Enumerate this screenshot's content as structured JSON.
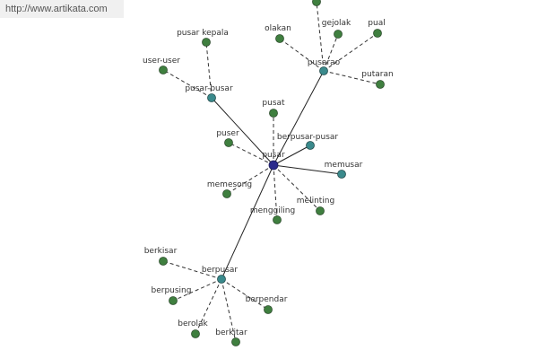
{
  "watermark": {
    "text": "http://www.artikata.com"
  },
  "colors": {
    "root": "#2a2a8c",
    "hub": "#3a8a8c",
    "leaf": "#3f7f3f",
    "edge": "#222222"
  },
  "graph": {
    "nodes": [
      {
        "id": "pusar",
        "label": "pusar",
        "kind": "root"
      },
      {
        "id": "pusar-busar",
        "label": "pusar-busar",
        "kind": "hub"
      },
      {
        "id": "pusarao",
        "label": "pusarao",
        "kind": "hub"
      },
      {
        "id": "berpusar-pusar",
        "label": "berpusar-pusar",
        "kind": "hub"
      },
      {
        "id": "memusar",
        "label": "memusar",
        "kind": "hub"
      },
      {
        "id": "berpusar",
        "label": "berpusar",
        "kind": "hub"
      },
      {
        "id": "pusar-kepala",
        "label": "pusar kepala",
        "kind": "leaf"
      },
      {
        "id": "user-user",
        "label": "user-user",
        "kind": "leaf"
      },
      {
        "id": "pusat",
        "label": "pusat",
        "kind": "leaf"
      },
      {
        "id": "puser",
        "label": "puser",
        "kind": "leaf"
      },
      {
        "id": "memesong",
        "label": "memesong",
        "kind": "leaf"
      },
      {
        "id": "menggiling",
        "label": "menggiling",
        "kind": "leaf"
      },
      {
        "id": "melinting",
        "label": "melinting",
        "kind": "leaf"
      },
      {
        "id": "olakan",
        "label": "olakan",
        "kind": "leaf"
      },
      {
        "id": "gejolak",
        "label": "gejolak",
        "kind": "leaf"
      },
      {
        "id": "pual",
        "label": "pual",
        "kind": "leaf"
      },
      {
        "id": "putaran",
        "label": "putaran",
        "kind": "leaf"
      },
      {
        "id": "top-offscreen",
        "label": "",
        "kind": "leaf"
      },
      {
        "id": "berkisar",
        "label": "berkisar",
        "kind": "leaf"
      },
      {
        "id": "berpusing",
        "label": "berpusing",
        "kind": "leaf"
      },
      {
        "id": "berolak",
        "label": "berolak",
        "kind": "leaf"
      },
      {
        "id": "berkitar",
        "label": "berkitar",
        "kind": "leaf"
      },
      {
        "id": "berpendar",
        "label": "berpendar",
        "kind": "leaf"
      }
    ],
    "edges": [
      {
        "from": "pusar",
        "to": "pusar-busar",
        "style": "solid"
      },
      {
        "from": "pusar",
        "to": "pusarao",
        "style": "solid"
      },
      {
        "from": "pusar",
        "to": "berpusar-pusar",
        "style": "solid"
      },
      {
        "from": "pusar",
        "to": "memusar",
        "style": "solid"
      },
      {
        "from": "pusar",
        "to": "berpusar",
        "style": "solid"
      },
      {
        "from": "pusar",
        "to": "pusat",
        "style": "dashed"
      },
      {
        "from": "pusar",
        "to": "puser",
        "style": "dashed"
      },
      {
        "from": "pusar",
        "to": "memesong",
        "style": "dashed"
      },
      {
        "from": "pusar",
        "to": "menggiling",
        "style": "dashed"
      },
      {
        "from": "pusar",
        "to": "melinting",
        "style": "dashed"
      },
      {
        "from": "pusar-busar",
        "to": "pusar-kepala",
        "style": "dashed"
      },
      {
        "from": "pusar-busar",
        "to": "user-user",
        "style": "dashed"
      },
      {
        "from": "pusarao",
        "to": "olakan",
        "style": "dashed"
      },
      {
        "from": "pusarao",
        "to": "gejolak",
        "style": "dashed"
      },
      {
        "from": "pusarao",
        "to": "pual",
        "style": "dashed"
      },
      {
        "from": "pusarao",
        "to": "putaran",
        "style": "dashed"
      },
      {
        "from": "pusarao",
        "to": "top-offscreen",
        "style": "dashed"
      },
      {
        "from": "berpusar",
        "to": "berkisar",
        "style": "dashed"
      },
      {
        "from": "berpusar",
        "to": "berpusing",
        "style": "dashed"
      },
      {
        "from": "berpusar",
        "to": "berolak",
        "style": "dashed"
      },
      {
        "from": "berpusar",
        "to": "berkitar",
        "style": "dashed"
      },
      {
        "from": "berpusar",
        "to": "berpendar",
        "style": "dashed"
      }
    ]
  }
}
